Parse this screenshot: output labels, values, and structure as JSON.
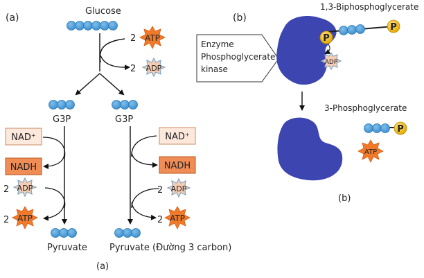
{
  "panel_a": {
    "label": "(a)",
    "glucose": "Glucose",
    "atp": "ATP",
    "adp": "ADP",
    "coef": "2",
    "g3p_left": "G3P",
    "g3p_right": "G3P",
    "nad": "NAD⁺",
    "nadh": "NADH",
    "pyruvate_left": "Pyruvate",
    "pyruvate_right": "Pyruvate (Đường 3 carbon)",
    "caption": "(a)"
  },
  "panel_b": {
    "label": "(b)",
    "substrate_top": "1,3-Biphosphoglycerate",
    "enzyme_line1": "Enzyme",
    "enzyme_line2": "Phosphoglycerate",
    "enzyme_line3": "kinase",
    "p_label": "P",
    "adp": "ADP",
    "atp": "ATP",
    "product": "3-Phosphoglycerate",
    "caption": "(b)"
  },
  "colors": {
    "carbon_bead": "#4a9ad6",
    "bead_stroke": "#2f78b0",
    "atp_burst": "#f07a2a",
    "adp_burst": "#f6cdb3",
    "adp_spikes": "#7fa7c9",
    "nad_box": "#fde8dc",
    "nadh_box": "#f08c55",
    "enzyme": "#3d45b0",
    "phosphate": "#f5c518",
    "enzyme_label_box": "#ffffff"
  }
}
